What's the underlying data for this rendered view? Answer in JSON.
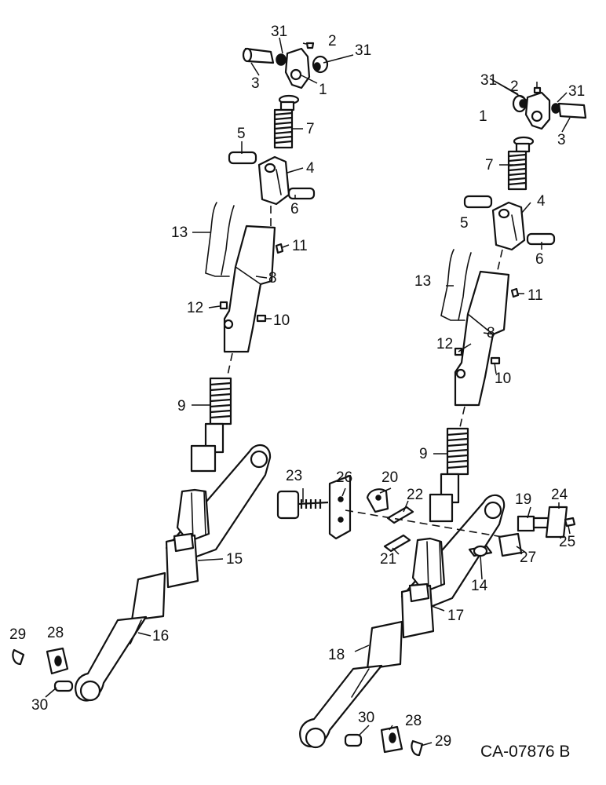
{
  "figure_code": "CA-07876 B",
  "callouts": {
    "l31a": "31",
    "l2a": "2",
    "l31b": "31",
    "l3a": "3",
    "l1a": "1",
    "l7a": "7",
    "l5a": "5",
    "l4a": "4",
    "l6a": "6",
    "l13a": "13",
    "l11a": "11",
    "l8a": "8",
    "l12a": "12",
    "l10a": "10",
    "l9a": "9",
    "l15": "15",
    "l16": "16",
    "l28a": "28",
    "l29a": "29",
    "l30a": "30",
    "r31a": "31",
    "r2": "2",
    "r31b": "31",
    "r1": "1",
    "r3": "3",
    "r7": "7",
    "r4": "4",
    "r5": "5",
    "r6": "6",
    "r13": "13",
    "r11": "11",
    "r8": "8",
    "r12": "12",
    "r10": "10",
    "r9": "9",
    "r23": "23",
    "r26": "26",
    "r20": "20",
    "r22": "22",
    "r21": "21",
    "r19": "19",
    "r24": "24",
    "r25": "25",
    "r27": "27",
    "r14": "14",
    "r17": "17",
    "r18": "18",
    "r30": "30",
    "r28": "28",
    "r29": "29"
  }
}
